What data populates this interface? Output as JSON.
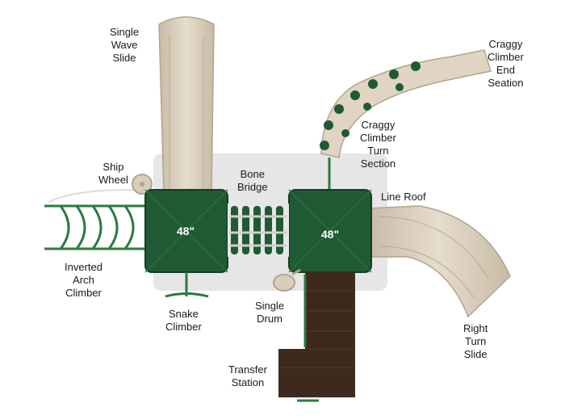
{
  "labels": {
    "single_wave_slide": "Single\nWave\nSlide",
    "ship_wheel": "Ship\nWheel",
    "bone_bridge": "Bone\nBridge",
    "craggy_end": "Craggy\nClimber\nEnd\nSeation",
    "craggy_turn": "Craggy\nClimber\nTurn\nSection",
    "line_roof": "Line Roof",
    "inverted_arch": "Inverted\nArch\nClimber",
    "snake_climber": "Snake\nClimber",
    "single_drum": "Single\nDrum",
    "right_turn_slide": "Right\nTurn\nSlide",
    "transfer_station": "Transfer\nStation"
  },
  "roof_sizes": {
    "left": "48\"",
    "right": "48\""
  },
  "colors": {
    "roof_green": "#1f5a33",
    "roof_dark": "#143d22",
    "slide_tan": "#d9cdbb",
    "slide_shade": "#c2b49e",
    "frame_green": "#2e7a3e",
    "deck_brown": "#3d2a1c",
    "label_text": "#1a1a1a"
  }
}
